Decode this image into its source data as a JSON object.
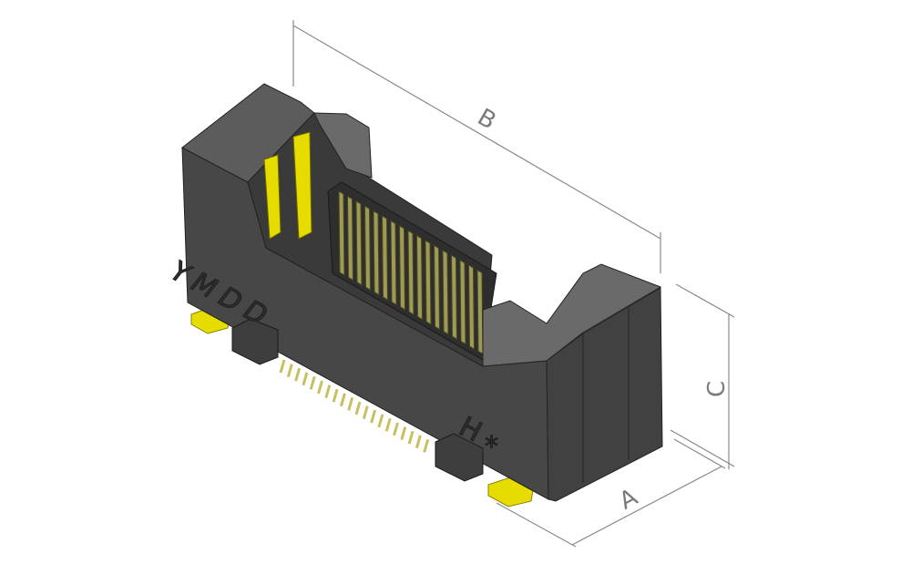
{
  "dimensions": {
    "length_label": "B",
    "height_label": "C",
    "width_label": "A"
  },
  "markings": {
    "brand": "YMDD",
    "polarity": "H",
    "polarity_symbol": "*"
  },
  "colors": {
    "body": "#474747",
    "body_top": "#666666",
    "contacts": "#e6dc00",
    "dimension_lines": "#8a8a8a"
  }
}
